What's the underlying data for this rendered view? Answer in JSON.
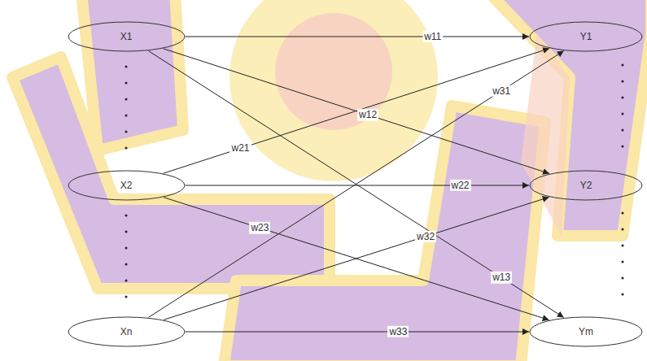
{
  "diagram": {
    "nodes": [
      {
        "text": [
          "X1"
        ]
      },
      {
        "text": [
          "Y1"
        ]
      },
      {
        "text": [
          "X2"
        ]
      },
      {
        "text": [
          "Y2"
        ]
      },
      {
        "text": [
          "Xn"
        ]
      },
      {
        "text": [
          "Ym"
        ]
      }
    ],
    "edges": [
      {
        "from": 0,
        "to": 1,
        "arrow": "to",
        "label": "w11"
      },
      {
        "from": 0,
        "to": 3,
        "arrow": "to",
        "label": "w12"
      },
      {
        "from": 0,
        "to": 5,
        "arrow": "to",
        "label": "w13"
      },
      {
        "from": 2,
        "to": 1,
        "arrow": "to",
        "label": "w21"
      },
      {
        "from": 2,
        "to": 3,
        "arrow": "to",
        "label": "w22"
      },
      {
        "from": 2,
        "to": 5,
        "arrow": "to",
        "label": "w23"
      },
      {
        "from": 4,
        "to": 1,
        "arrow": "to",
        "label": "w31"
      },
      {
        "from": 4,
        "to": 3,
        "arrow": "to",
        "label": "w32"
      },
      {
        "from": 4,
        "to": 5,
        "arrow": "to",
        "label": "w33"
      }
    ]
  }
}
